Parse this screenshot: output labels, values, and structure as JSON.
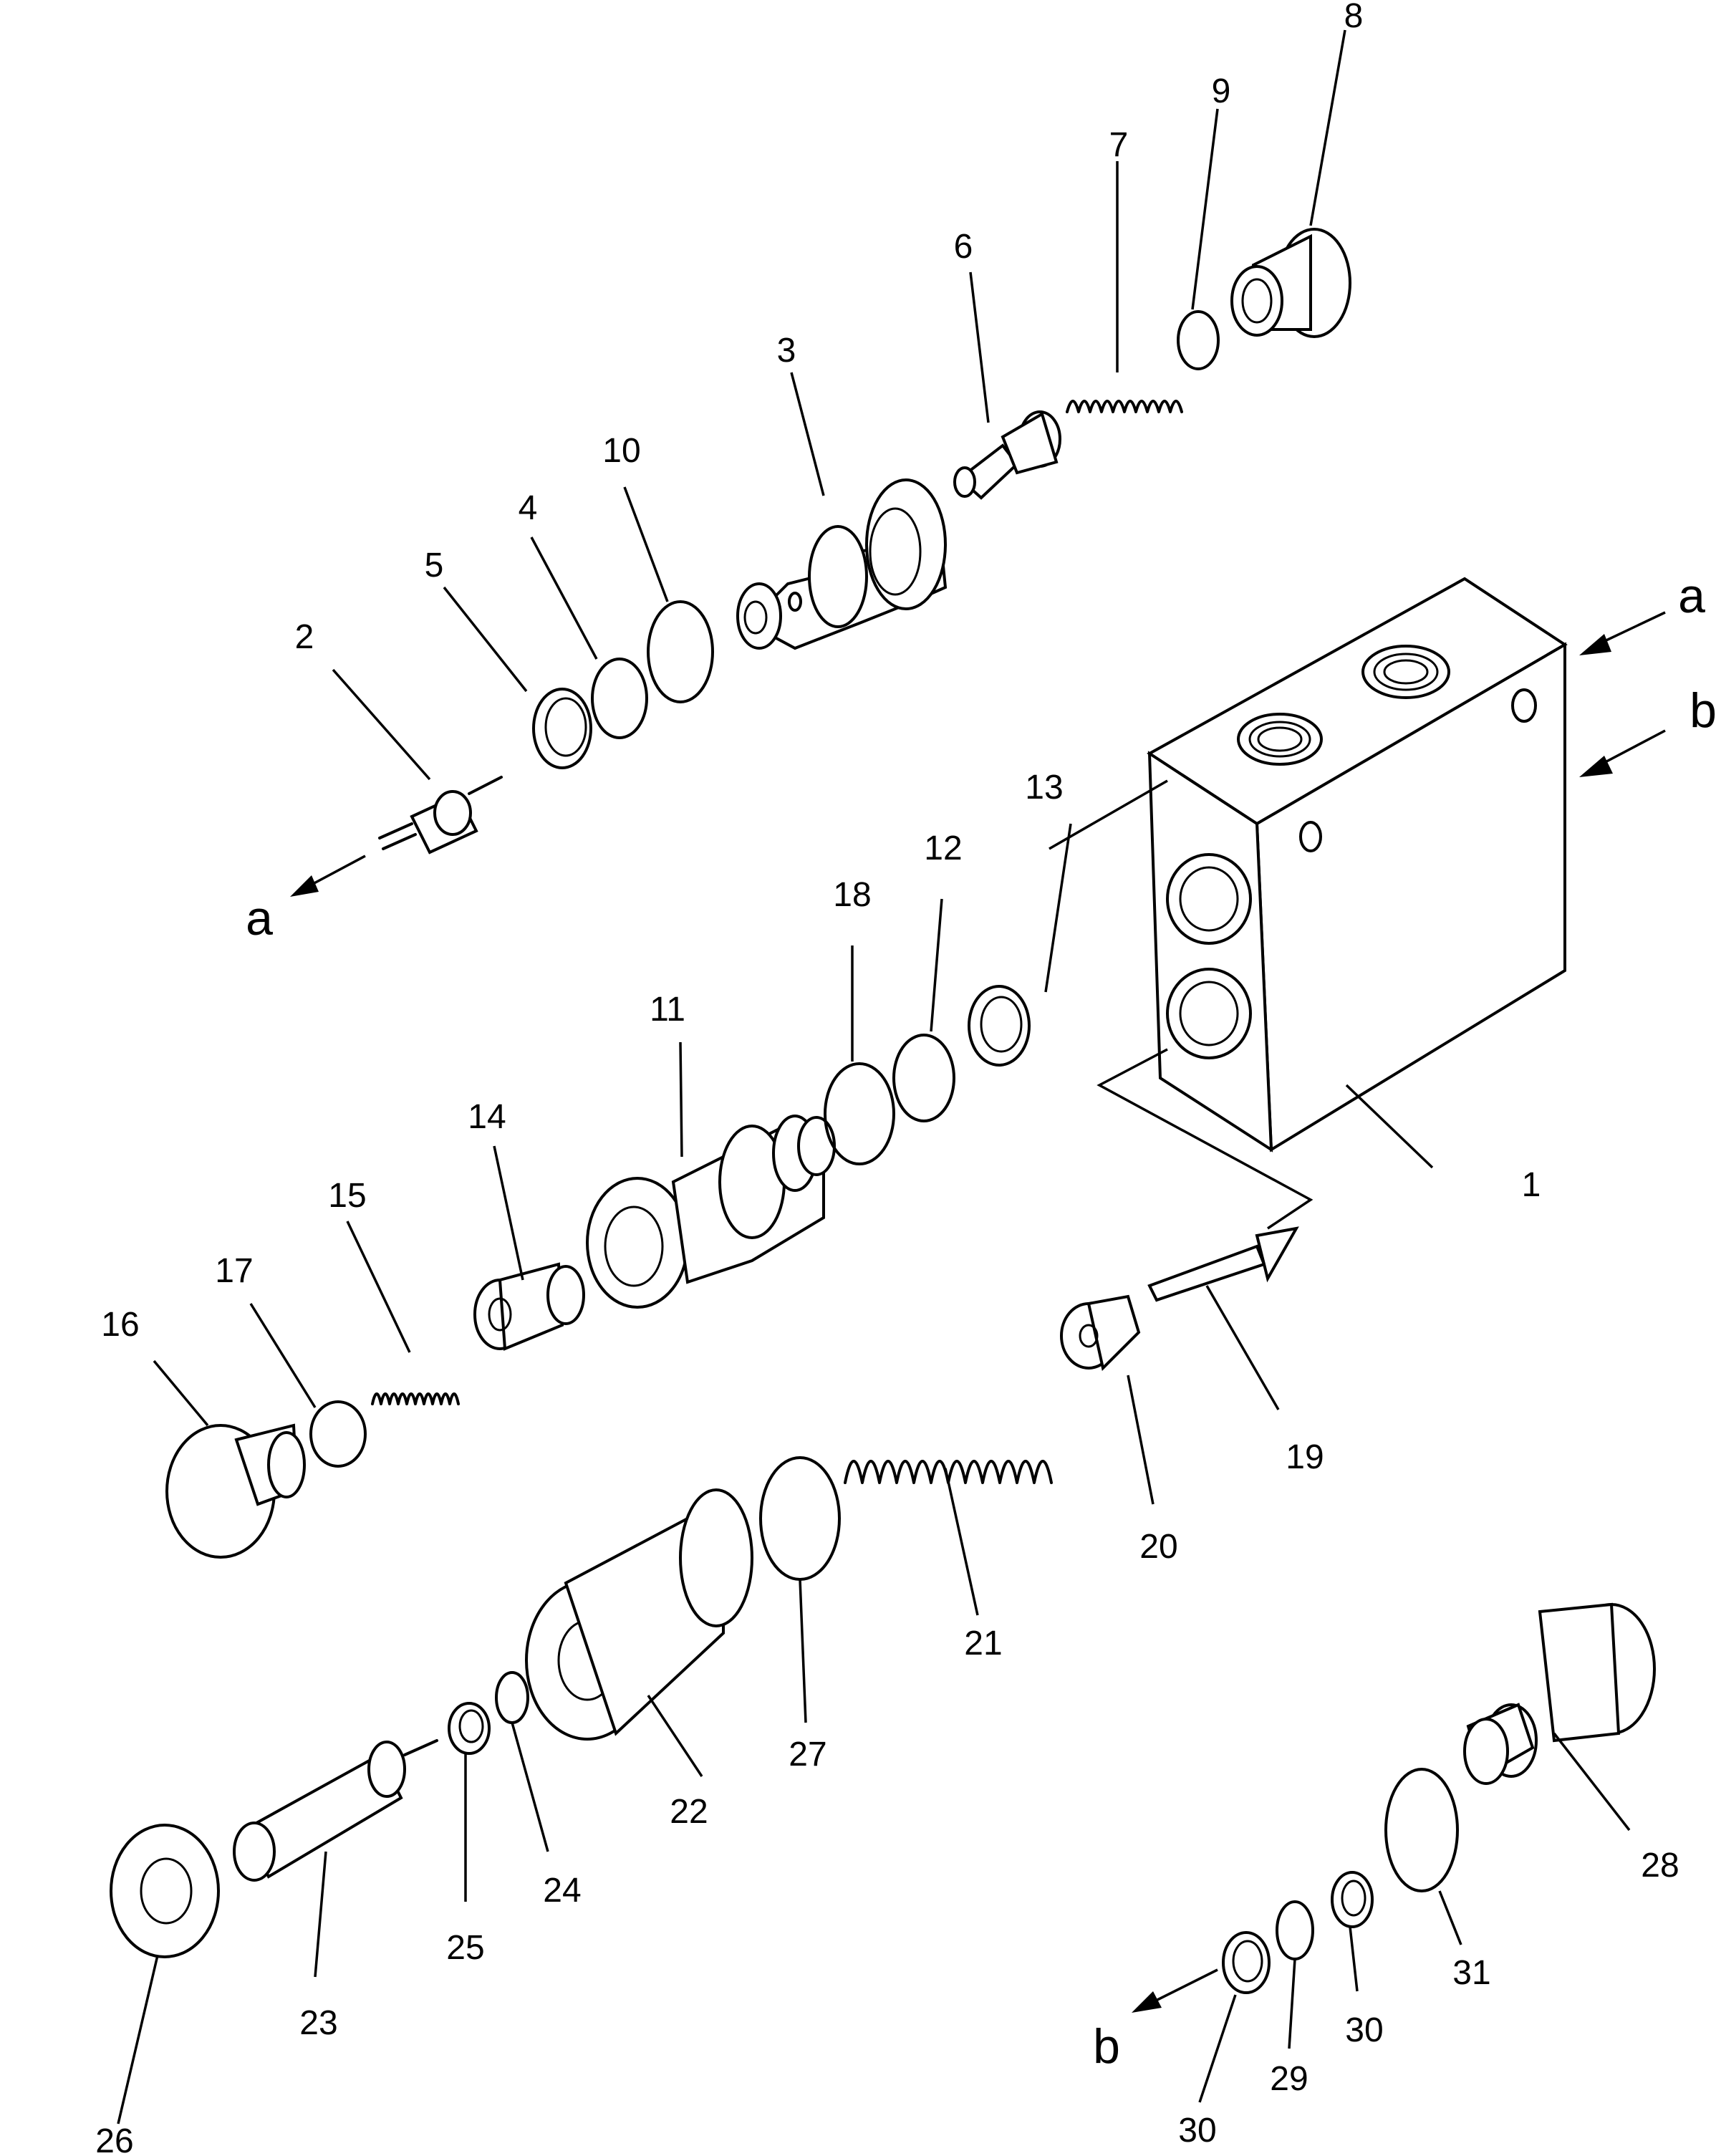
{
  "callouts": {
    "p1": "1",
    "p2": "2",
    "p3": "3",
    "p4": "4",
    "p5": "5",
    "p6": "6",
    "p7": "7",
    "p8": "8",
    "p9": "9",
    "p10": "10",
    "p11": "11",
    "p12": "12",
    "p13": "13",
    "p14": "14",
    "p15": "15",
    "p16": "16",
    "p17": "17",
    "p18": "18",
    "p19": "19",
    "p20": "20",
    "p21": "21",
    "p22": "22",
    "p23": "23",
    "p24": "24",
    "p25": "25",
    "p26": "26",
    "p27": "27",
    "p28": "28",
    "p29": "29",
    "p30a": "30",
    "p30b": "30",
    "p31": "31"
  },
  "arrows": {
    "a_in": "a",
    "b_in": "b",
    "a_out": "a",
    "b_out": "b"
  }
}
